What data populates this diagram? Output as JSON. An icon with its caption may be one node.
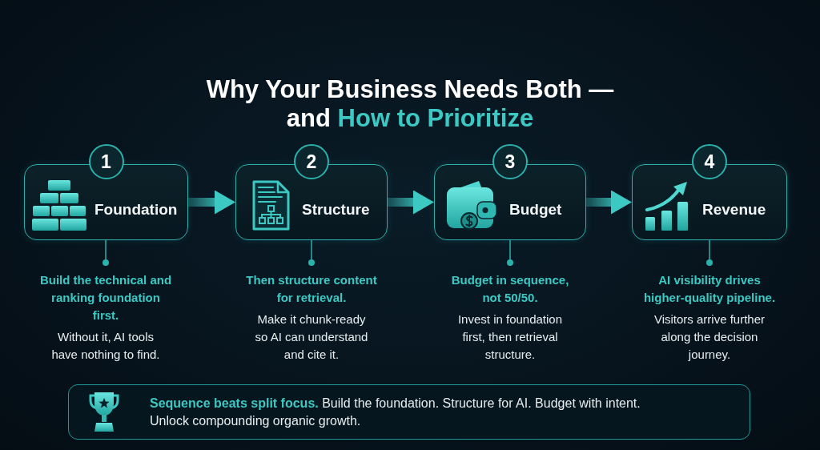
{
  "diagram": {
    "title": "Why Your Business Needs Both — and **How to Prioritize**",
    "nodes": [
      {
        "text": [
          "1",
          "Foundation"
        ]
      },
      {
        "text": [
          "2",
          "Structure"
        ]
      },
      {
        "text": [
          "3",
          "Budget"
        ]
      },
      {
        "text": [
          "4",
          "Revenue"
        ]
      },
      {
        "text": [
          "Build the technical and ranking foundation first.",
          "Without it, AI tools have nothing to find."
        ]
      },
      {
        "text": [
          "Then structure content for retrieval.",
          "Make it chunk-ready so AI can understand and cite it."
        ]
      },
      {
        "text": [
          "Budget in sequence, not 50/50.",
          "Invest in foundation first, then retrieval structure."
        ]
      },
      {
        "text": [
          "AI visibility drives higher-quality pipeline.",
          "Visitors arrive further along the decision journey."
        ]
      },
      {
        "text": [
          "**Sequence beats split focus.** Build the foundation. Structure for AI. Budget with intent. Unlock compounding organic growth."
        ]
      }
    ],
    "edges": [
      {
        "from": 0,
        "to": 1,
        "arrow": "to",
        "style": "thick"
      },
      {
        "from": 1,
        "to": 2,
        "arrow": "to",
        "style": "thick"
      },
      {
        "from": 2,
        "to": 3,
        "arrow": "to",
        "style": "thick"
      },
      {
        "from": 0,
        "to": 4,
        "arrow": "other"
      },
      {
        "from": 1,
        "to": 5,
        "arrow": "other"
      },
      {
        "from": 2,
        "to": 6,
        "arrow": "other"
      },
      {
        "from": 3,
        "to": 7,
        "arrow": "other"
      }
    ]
  }
}
